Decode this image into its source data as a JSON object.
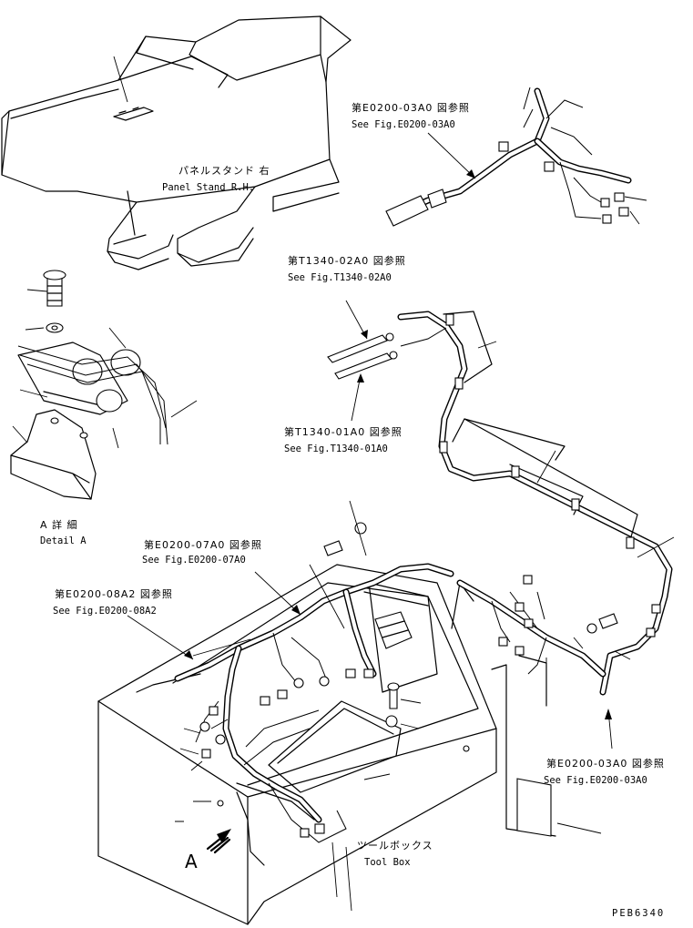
{
  "labels": {
    "panel_stand_jp": "パネルスタンド 右",
    "panel_stand_en": "Panel Stand R.H.",
    "ref_e0200_03a0_top_jp": "第E0200-03A0 図参照",
    "ref_e0200_03a0_top_en": "See Fig.E0200-03A0",
    "ref_t1340_02a0_jp": "第T1340-02A0 図参照",
    "ref_t1340_02a0_en": "See Fig.T1340-02A0",
    "ref_t1340_01a0_jp": "第T1340-01A0 図参照",
    "ref_t1340_01a0_en": "See Fig.T1340-01A0",
    "detail_a_jp": "A 詳 細",
    "detail_a_en": "Detail A",
    "ref_e0200_07a0_jp": "第E0200-07A0 図参照",
    "ref_e0200_07a0_en": "See Fig.E0200-07A0",
    "ref_e0200_08a2_jp": "第E0200-08A2 図参照",
    "ref_e0200_08a2_en": "See Fig.E0200-08A2",
    "ref_e0200_03a0_bottom_jp": "第E0200-03A0 図参照",
    "ref_e0200_03a0_bottom_en": "See Fig.E0200-03A0",
    "toolbox_jp": "ツールボックス",
    "toolbox_en": "Tool Box",
    "view_arrow_a": "A",
    "drawing_code": "PEB6340"
  }
}
